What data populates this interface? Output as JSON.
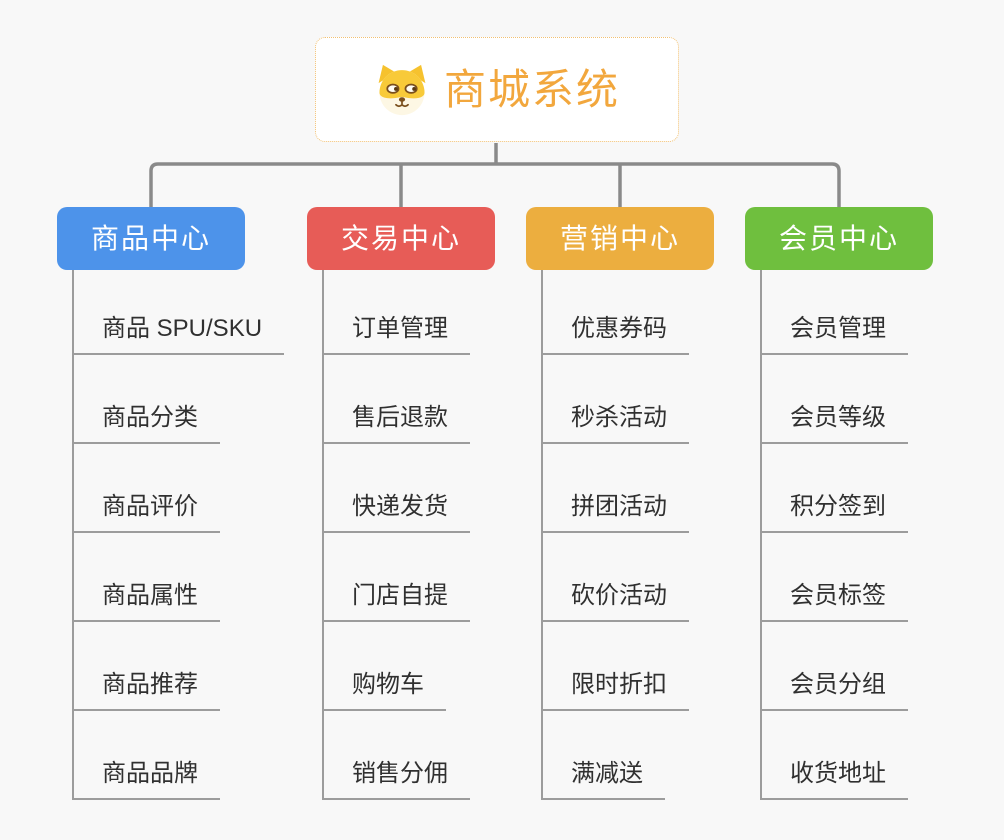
{
  "root": {
    "title": "商城系统",
    "icon": "dog-face-icon"
  },
  "branches": [
    {
      "label": "商品中心",
      "color": "#4d93ea",
      "children": [
        "商品 SPU/SKU",
        "商品分类",
        "商品评价",
        "商品属性",
        "商品推荐",
        "商品品牌"
      ]
    },
    {
      "label": "交易中心",
      "color": "#e75c57",
      "children": [
        "订单管理",
        "售后退款",
        "快递发货",
        "门店自提",
        "购物车",
        "销售分佣"
      ]
    },
    {
      "label": "营销中心",
      "color": "#ecae3f",
      "children": [
        "优惠券码",
        "秒杀活动",
        "拼团活动",
        "砍价活动",
        "限时折扣",
        "满减送"
      ]
    },
    {
      "label": "会员中心",
      "color": "#6fbf3e",
      "children": [
        "会员管理",
        "会员等级",
        "积分签到",
        "会员标签",
        "会员分组",
        "收货地址"
      ]
    }
  ],
  "colors": {
    "background": "#f8f8f8",
    "connector": "#8a8a8a",
    "child_line": "#9c9c9c",
    "root_accent": "#f2a73d",
    "root_border": "#f2c173",
    "item_text": "#303030"
  }
}
